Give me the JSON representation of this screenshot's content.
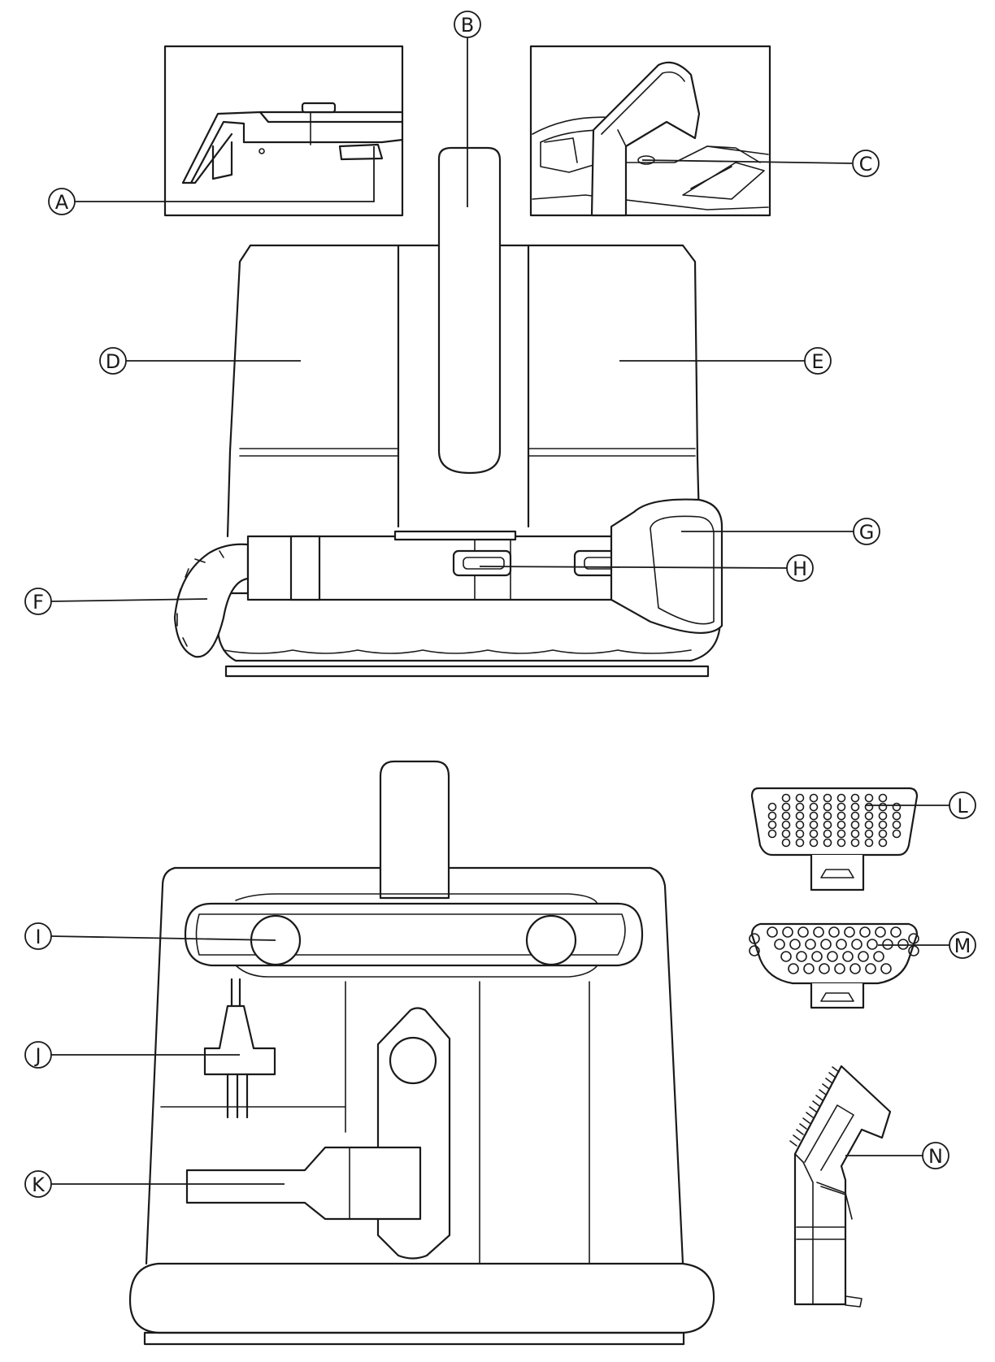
{
  "callouts": {
    "A": "A",
    "B": "B",
    "C": "C",
    "D": "D",
    "E": "E",
    "F": "F",
    "G": "G",
    "H": "H",
    "I": "I",
    "J": "J",
    "K": "K",
    "L": "L",
    "M": "M",
    "N": "N"
  },
  "colors": {
    "line": "#1a1a1a",
    "background": "#ffffff"
  }
}
